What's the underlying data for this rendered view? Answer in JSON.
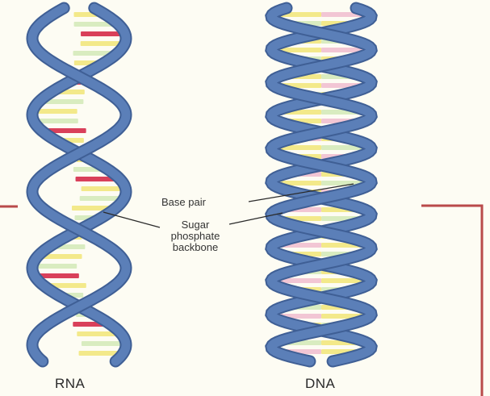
{
  "labels": {
    "base_pair": "Base pair",
    "sugar_line1": "Sugar",
    "sugar_line2": "phosphate",
    "sugar_line3": "backbone"
  },
  "captions": {
    "rna": "RNA",
    "dna": "DNA"
  },
  "colors": {
    "backbone": "#5b7fb8",
    "backbone_edge": "#3f5f95",
    "base_yellow": "#f3e98a",
    "base_green": "#d9ecc0",
    "base_red": "#d9405a",
    "base_pink": "#f2c6d4",
    "frame": "#b94a4a",
    "background": "#fdfcf3"
  }
}
